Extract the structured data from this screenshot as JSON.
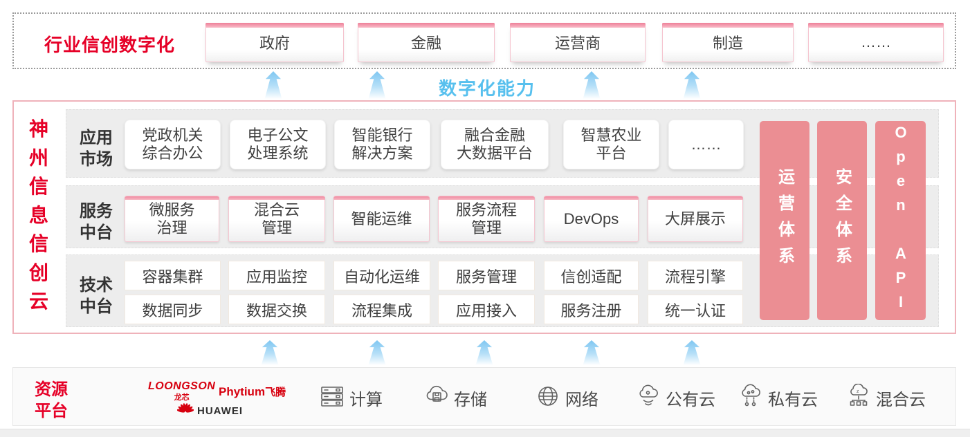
{
  "colors": {
    "brand_red": "#e60027",
    "pillar_pink": "#eb8e93",
    "accent_blue": "#57c0ee",
    "pink_border": "#f5c3ce"
  },
  "industry_band": {
    "title": "行业信创数字化",
    "items": [
      "政府",
      "金融",
      "运营商",
      "制造",
      "……"
    ]
  },
  "capability_label": "数字化能力",
  "platform": {
    "title": "神州信息信创云",
    "rows": [
      {
        "label": "应用\n市场",
        "items": [
          "党政机关\n综合办公",
          "电子公文\n处理系统",
          "智能银行\n解决方案",
          "融合金融\n大数据平台",
          "智慧农业\n平台",
          "……"
        ]
      },
      {
        "label": "服务\n中台",
        "items": [
          "微服务\n治理",
          "混合云\n管理",
          "智能运维",
          "服务流程\n管理",
          "DevOps",
          "大屏展示"
        ]
      },
      {
        "label": "技术\n中台",
        "items_row1": [
          "容器集群",
          "应用监控",
          "自动化运维",
          "服务管理",
          "信创适配",
          "流程引擎"
        ],
        "items_row2": [
          "数据同步",
          "数据交换",
          "流程集成",
          "应用接入",
          "服务注册",
          "统一认证"
        ]
      }
    ],
    "pillars": [
      "运营体系",
      "安全体系",
      "Open API"
    ]
  },
  "resources": {
    "title": "资源\n平台",
    "vendors": {
      "loongson": "LOONGSON",
      "loongson_cn": "龙芯",
      "phytium": "Phytium",
      "phytium_cn": "飞腾",
      "huawei": "HUAWEI"
    },
    "items": [
      {
        "icon": "compute-server-icon",
        "label": "计算"
      },
      {
        "icon": "storage-cloud-icon",
        "label": "存储"
      },
      {
        "icon": "network-globe-icon",
        "label": "网络"
      },
      {
        "icon": "public-cloud-icon",
        "label": "公有云"
      },
      {
        "icon": "private-cloud-icon",
        "label": "私有云"
      },
      {
        "icon": "hybrid-cloud-icon",
        "label": "混合云"
      }
    ]
  }
}
